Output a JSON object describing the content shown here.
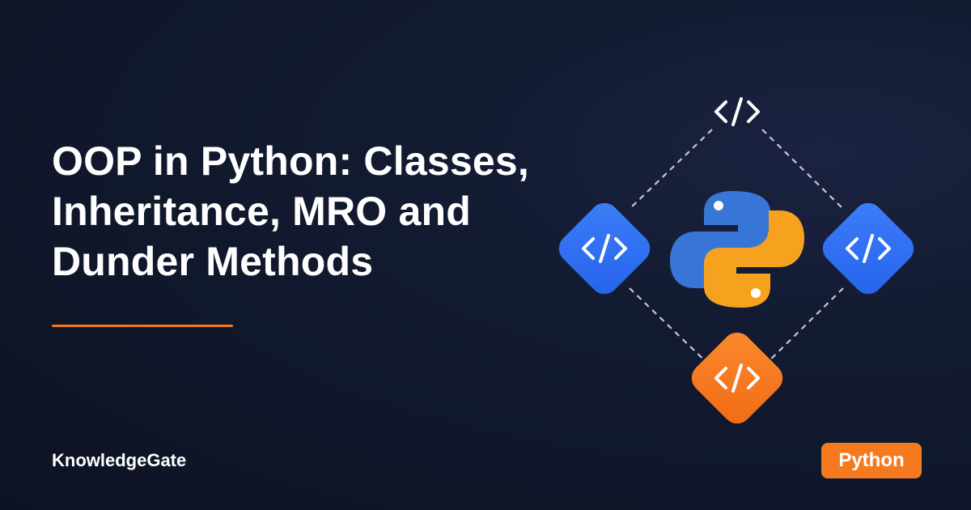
{
  "title_lines": [
    "OOP in Python: Classes,",
    "Inheritance, MRO and",
    "Dunder Methods"
  ],
  "brand": "KnowledgeGate",
  "tag": "Python",
  "colors": {
    "accent": "#f57a1f",
    "purple": "#7c5cf5",
    "blue": "#2f6ff5",
    "orange": "#f5741c",
    "python_blue": "#3776d6",
    "python_yellow": "#f7a21e"
  },
  "icons": {
    "top": "code-icon",
    "left": "code-icon",
    "right": "code-icon",
    "bottom": "code-icon",
    "center": "python-logo-icon"
  }
}
